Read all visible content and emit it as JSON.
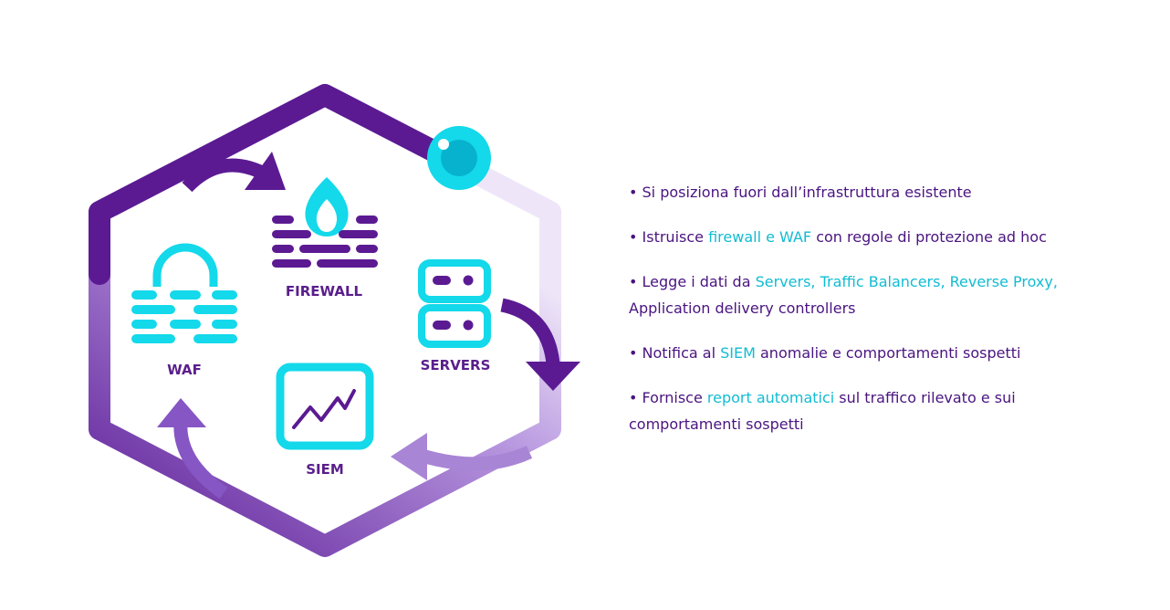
{
  "diagram": {
    "labels": {
      "firewall": "FIREWALL",
      "servers": "SERVERS",
      "siem": "SIEM",
      "waf": "WAF"
    },
    "icons": [
      "firewall-icon",
      "server-icon",
      "siem-monitor-icon",
      "waf-lock-icon",
      "lens-icon"
    ],
    "colors": {
      "purple": "#5a1e8c",
      "cyan": "#13d9ea",
      "light_purple": "#a985d6"
    }
  },
  "bullets": [
    {
      "segments": [
        {
          "text": "• Si posiziona fuori dall’infrastruttura esistente"
        }
      ]
    },
    {
      "segments": [
        {
          "text": "• Istruisce "
        },
        {
          "text": "firewall e WAF",
          "highlight": true
        },
        {
          "text": " con regole di protezione ad hoc"
        }
      ]
    },
    {
      "segments": [
        {
          "text": "• Legge i dati da "
        },
        {
          "text": "Servers, Traffic Balancers, Reverse Proxy,",
          "highlight": true
        },
        {
          "text": " Application delivery controllers"
        }
      ]
    },
    {
      "segments": [
        {
          "text": "• Notifica al "
        },
        {
          "text": "SIEM",
          "highlight": true
        },
        {
          "text": " anomalie e comportamenti sospetti"
        }
      ]
    },
    {
      "segments": [
        {
          "text": "• Fornisce "
        },
        {
          "text": "report automatici",
          "highlight": true
        },
        {
          "text": " sul traffico rilevato e sui comportamenti sospetti"
        }
      ]
    }
  ]
}
